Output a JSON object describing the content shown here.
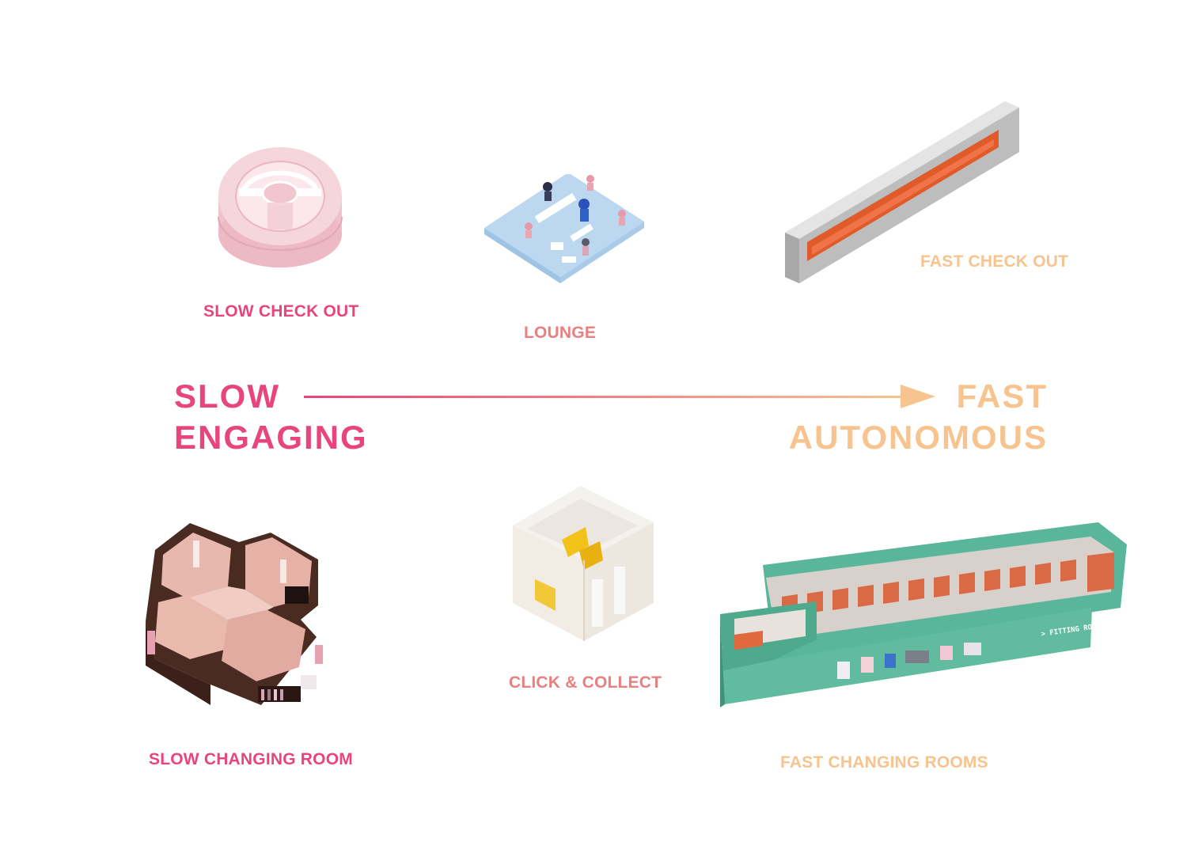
{
  "items": {
    "slow_check_out": {
      "label": "SLOW CHECK OUT"
    },
    "lounge": {
      "label": "LOUNGE"
    },
    "fast_check_out": {
      "label": "FAST CHECK OUT"
    },
    "slow_changing_room": {
      "label": "SLOW CHANGING ROOM"
    },
    "click_collect": {
      "label": "CLICK & COLLECT"
    },
    "fast_changing_rooms": {
      "label": "FAST CHANGING ROOMS",
      "sign": "> FITTING ROOM"
    }
  },
  "axis": {
    "left_line1": "SLOW",
    "left_line2": "ENGAGING",
    "right_line1": "FAST",
    "right_line2": "AUTONOMOUS"
  },
  "colors": {
    "slow": "#e8457a",
    "mid": "#ea7f7f",
    "fast": "#f7c38e"
  }
}
